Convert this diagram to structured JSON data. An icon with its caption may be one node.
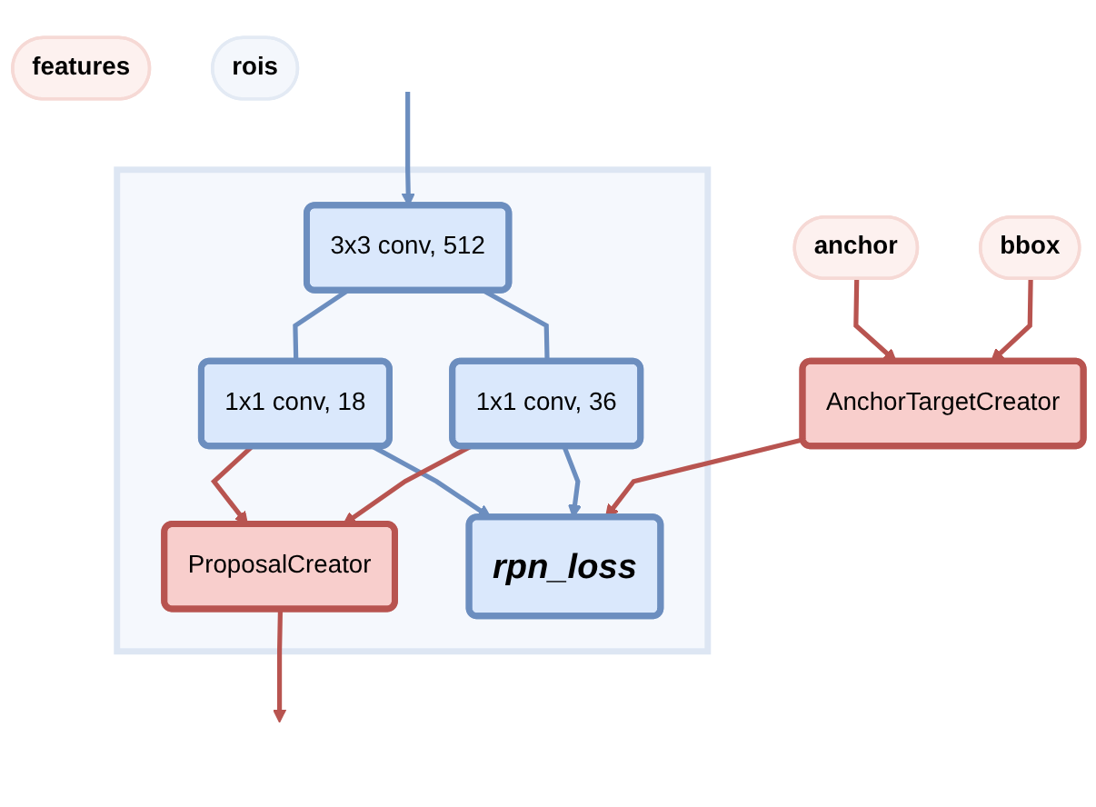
{
  "diagram": {
    "nodes": [
      {
        "text": [
          "features"
        ]
      },
      {
        "text": [],
        "shape": "box"
      },
      {
        "text": [
          "3x3 conv, 512"
        ],
        "in": 1
      },
      {
        "text": [
          "1x1 conv, 18"
        ],
        "in": 1
      },
      {
        "text": [
          "1x1 conv, 36"
        ],
        "in": 1
      },
      {
        "text": [
          "ProposalCreator"
        ],
        "in": 1
      },
      {
        "text": [
          "rpn_loss"
        ],
        "in": 1
      },
      {
        "text": [
          "anchor"
        ]
      },
      {
        "text": [
          "bbox"
        ]
      },
      {
        "text": [
          "AnchorTargetCreator"
        ]
      },
      {
        "text": [
          "rois"
        ]
      }
    ],
    "edges": [
      {
        "from": null,
        "to": 2,
        "arrow": "to",
        "color": "#6c8ebf"
      },
      {
        "from": 2,
        "to": 3,
        "arrow": "none",
        "color": "#6c8ebf"
      },
      {
        "from": 2,
        "to": 4,
        "arrow": "none",
        "color": "#6c8ebf"
      },
      {
        "from": 3,
        "to": 5,
        "arrow": "to"
      },
      {
        "from": 3,
        "to": 6,
        "arrow": "to",
        "color": "#6c8ebf"
      },
      {
        "from": 4,
        "to": 5,
        "arrow": "to"
      },
      {
        "from": 4,
        "to": 6,
        "arrow": "to",
        "color": "#6c8ebf"
      },
      {
        "from": 7,
        "to": 9,
        "arrow": "to"
      },
      {
        "from": 8,
        "to": 9,
        "arrow": "to"
      },
      {
        "from": 9,
        "to": 6,
        "arrow": "to"
      },
      {
        "from": 5,
        "to": null,
        "arrow": "to"
      }
    ]
  }
}
